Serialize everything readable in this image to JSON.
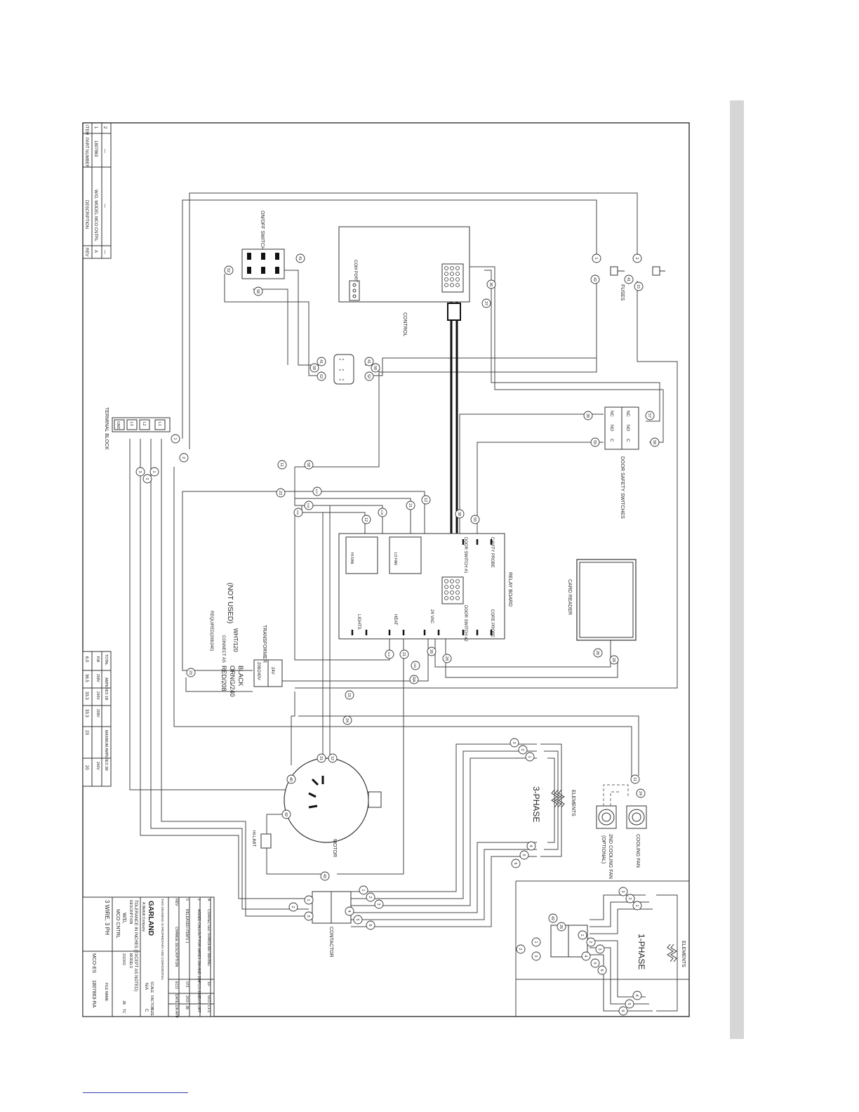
{
  "parts_list": {
    "headers": [
      "ITEM",
      "PART NUMBER",
      "DESCRIPTION",
      "REV"
    ],
    "rows": [
      {
        "item": "1",
        "part": "1807863",
        "desc": "W/O, MODEL MCO CNTRL",
        "rev": "A"
      },
      {
        "item": "2",
        "part": "—",
        "desc": "—",
        "rev": "—"
      }
    ]
  },
  "labels": {
    "on_off_switch": "ON/OFF SWITCH",
    "com_port": "COM PORT",
    "control": "CONTROL",
    "fuses": "FUSES",
    "terminal_block": "TERMINAL BLOCK",
    "door_safety_switches": "DOOR SAFETY SWITCHES",
    "relay_board": "RELAY BOARD",
    "cavity_probe": "CAVITY PROBE",
    "core_probe": "CORE PROBE",
    "door_switch_1": "DOOR SWITCH #1",
    "door_switch_2": "DOOR SWITCH #2",
    "hi_fan": "HI FAN",
    "lo_fan": "LO FAN",
    "lights": "LIGHTS",
    "heat": "HEAT",
    "vac24": "24 VAC",
    "card_reader": "CARD READER",
    "transformer": "TRANSFORMER",
    "wht120": "WHT/120",
    "connect_as": "CONNECT AS",
    "required": "REQUIRED(208/240)",
    "not_used": "(NOT USED)",
    "red208": "RED/208",
    "orng240": "ORNG/240",
    "black": "BLACK",
    "v24": "24V",
    "v208_240": "208/240V",
    "motor": "MOTOR",
    "hi_limit": "HI-LIMIT",
    "contactor": "CONTACTOR",
    "elements": "ELEMENTS",
    "three_phase": "3-PHASE",
    "one_phase": "1-PHASE",
    "cooling_fan": "COOLING FAN",
    "second_cooling_fan": "2ND COOLING FAN",
    "optional": "(OPTIONAL)",
    "nc": "NC",
    "no": "NO",
    "c": "C",
    "l1": "L1",
    "l2": "L2",
    "l3": "L3",
    "gnd": "GND"
  },
  "amps_table": {
    "headers": [
      "TOTAL KW",
      "AMPERES 1Φ 208V",
      "AMPERES 1Φ 240V",
      "MAXIMUM AMPERES 3Φ 208V",
      "MAXIMUM AMPERES 3Φ 240V"
    ],
    "group_1ph": "AMPERES 1Φ",
    "group_3ph": "MAXIMUM AMPERES 3Φ",
    "col_total": "TOTAL",
    "col_kw": "KW",
    "col_208": "208V",
    "col_240": "240V",
    "row": [
      "6.0",
      "36.5",
      "33.3",
      "23",
      "20"
    ],
    "row_kw_alt": "33.3"
  },
  "title_block": {
    "rev_rows": [
      {
        "rev": "A",
        "desc": "CORRECTED TRANSFMR WIRING",
        "eco": "10-",
        "date": "6/03",
        "by": "CFS"
      },
      {
        "rev": "1",
        "desc": "ADDED CALLOUT FOR WIRES 26A AND 28A",
        "eco": "PCO-3987",
        "date": "10/07",
        "by": "ORT"
      },
      {
        "rev": "0",
        "desc": "RELEASED ITEM'S 1",
        "eco": "073",
        "date": "2/03",
        "by": "JB"
      }
    ],
    "rev_header": [
      "REV",
      "CHANGE DESCRIPTION",
      "ECO",
      "DATE",
      "DR",
      "APP"
    ],
    "notice": "THIS DRAWING IS PROPRIETARY AND CONFIDENTIAL",
    "company": "GARLAND",
    "company_sub": "A Welbilt Company",
    "tolerance": "TOLERANCE IN INCHES (EXCEPT AS NOTED)",
    "scale_label": "SCALE",
    "scale": "N/A",
    "factor_label": "FACTOR",
    "size_label": "SIZE",
    "size": "C",
    "description_label": "DESCRIPTION",
    "description_1": "W/D,",
    "description_2": "MCO CNTRL",
    "description_3": "3 WIRE, 3 PH",
    "models_label": "MODELS",
    "models": "MCO-ES",
    "date": "2/10/03",
    "file_name_label": "FILE NAME",
    "file_name": "1807863-RA",
    "dr": "JB",
    "tc": "TC"
  },
  "wire_numbers": [
    "1",
    "2",
    "3",
    "4",
    "5",
    "6",
    "11",
    "12",
    "15",
    "21",
    "23",
    "24",
    "26",
    "28",
    "36",
    "37",
    "38",
    "40",
    "41",
    "42",
    "51",
    "52",
    "55",
    "56",
    "57",
    "58",
    "11A",
    "11B",
    "11C",
    "26A",
    "28A",
    "RA"
  ]
}
